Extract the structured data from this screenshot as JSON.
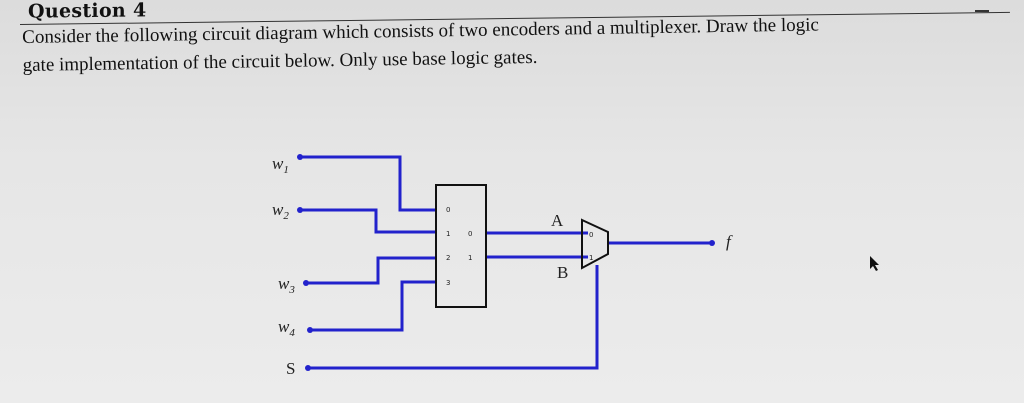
{
  "question": {
    "title": "Question 4",
    "line1": "Consider the following circuit diagram which consists of two encoders and a multiplexer. Draw the logic",
    "line2": "gate implementation of the circuit below. Only use base logic gates."
  },
  "circuit": {
    "inputs": [
      {
        "label": "w",
        "sub": "1"
      },
      {
        "label": "w",
        "sub": "2"
      },
      {
        "label": "w",
        "sub": "3"
      },
      {
        "label": "w",
        "sub": "4"
      },
      {
        "label": "S",
        "sub": ""
      }
    ],
    "encoder_left_labels": [
      "0",
      "1",
      "2",
      "3"
    ],
    "encoder_right_labels": [
      "0",
      "1"
    ],
    "mux_labels": [
      "0",
      "1"
    ],
    "wire_labels": {
      "a": "A",
      "b": "B"
    },
    "output": "f"
  },
  "colors": {
    "wire": "#2222cc",
    "ink": "#111111"
  }
}
